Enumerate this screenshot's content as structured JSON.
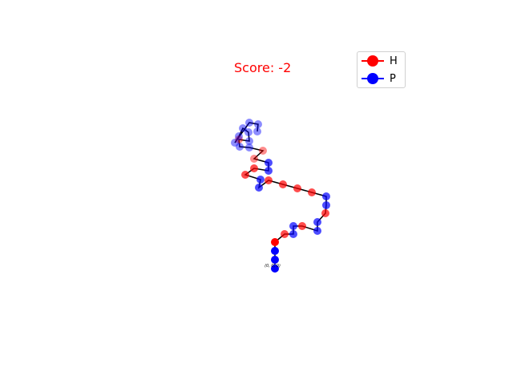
{
  "score_label": "Score: -2",
  "origin_label": "(0, 0, 0)",
  "legend": [
    {
      "label": "H",
      "color": "#ff0000"
    },
    {
      "label": "P",
      "color": "#0000ff"
    }
  ],
  "colors": {
    "H": "#ff0000",
    "P": "#0000ff",
    "bond": "#000000"
  },
  "chart_data": {
    "type": "scatter",
    "description_of_marks": "3D lattice protein fold projected to 2D; residues colored by type H or P, connected by bonds in sequence order",
    "sequence": [
      "P",
      "P",
      "P",
      "H",
      "H",
      "P",
      "P",
      "H",
      "P",
      "P",
      "H",
      "P",
      "P",
      "H",
      "H",
      "H",
      "H",
      "P",
      "P",
      "H",
      "H",
      "P",
      "P",
      "H",
      "H",
      "P",
      "P",
      "H",
      "P",
      "P",
      "P",
      "P",
      "P",
      "P",
      "P",
      "P"
    ],
    "legend_entries": [
      "H",
      "P"
    ]
  }
}
